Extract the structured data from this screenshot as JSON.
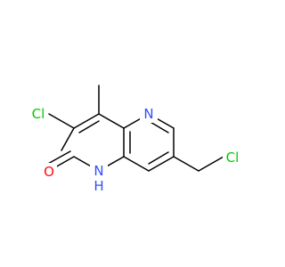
{
  "molecule": {
    "atoms": {
      "cl_left": {
        "text": "Cl",
        "color": "#00cc00"
      },
      "oxygen": {
        "text": "O",
        "color": "#ff0d0d"
      },
      "nh": {
        "text": "N",
        "color": "#3050f8"
      },
      "nh_h": {
        "text": "H",
        "color": "#3050f8"
      },
      "n_ring": {
        "text": "N",
        "color": "#3050f8"
      },
      "cl_right": {
        "text": "Cl",
        "color": "#00cc00"
      }
    },
    "bond_color": "#000000",
    "background": "#ffffff"
  }
}
